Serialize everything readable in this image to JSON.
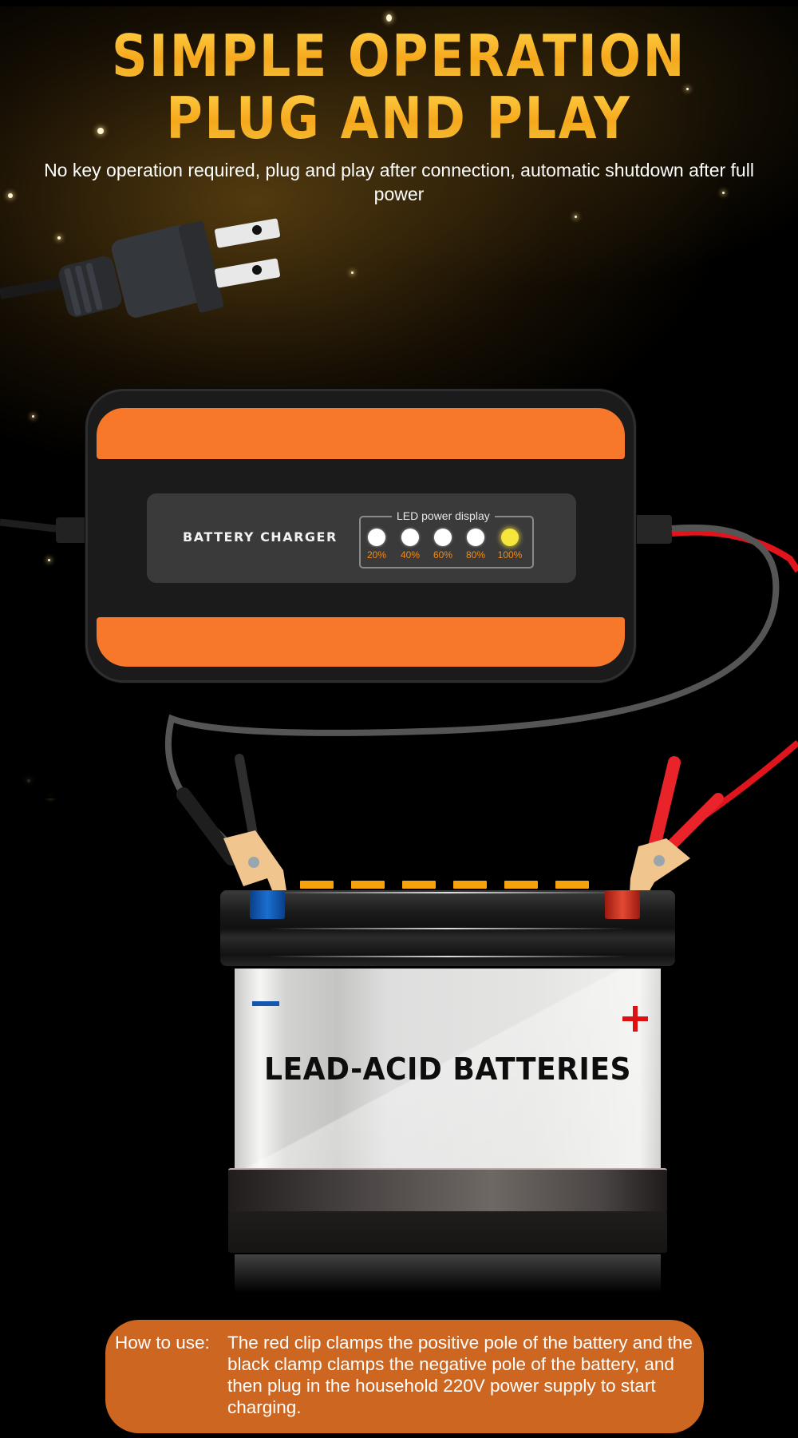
{
  "header": {
    "headline_line1": "SIMPLE OPERATION",
    "headline_line2": "PLUG AND PLAY",
    "subtitle": "No key operation required, plug and play after connection, automatic shutdown after full power"
  },
  "charger": {
    "label": "BATTERY CHARGER",
    "led_display_title": "LED power display",
    "leds": [
      {
        "label": "20%",
        "state": "on",
        "color": "#ffffff"
      },
      {
        "label": "40%",
        "state": "on",
        "color": "#ffffff"
      },
      {
        "label": "60%",
        "state": "on",
        "color": "#ffffff"
      },
      {
        "label": "80%",
        "state": "on",
        "color": "#ffffff"
      },
      {
        "label": "100%",
        "state": "full",
        "color": "#f6e53a"
      }
    ],
    "body_color": "#1b1b1b",
    "accent_color": "#f7782a"
  },
  "battery": {
    "title": "LEAD-ACID BATTERIES",
    "negative_symbol": "minus-icon",
    "positive_symbol": "plus-icon",
    "negative_color": "#1456b0",
    "positive_color": "#e01010"
  },
  "instructions": {
    "label": "How to use:",
    "text": "The red clip clamps the positive pole of the battery and the black clamp clamps the negative pole of the battery, and then plug in the household 220V power supply to start charging.",
    "background_color": "#cd6620"
  }
}
